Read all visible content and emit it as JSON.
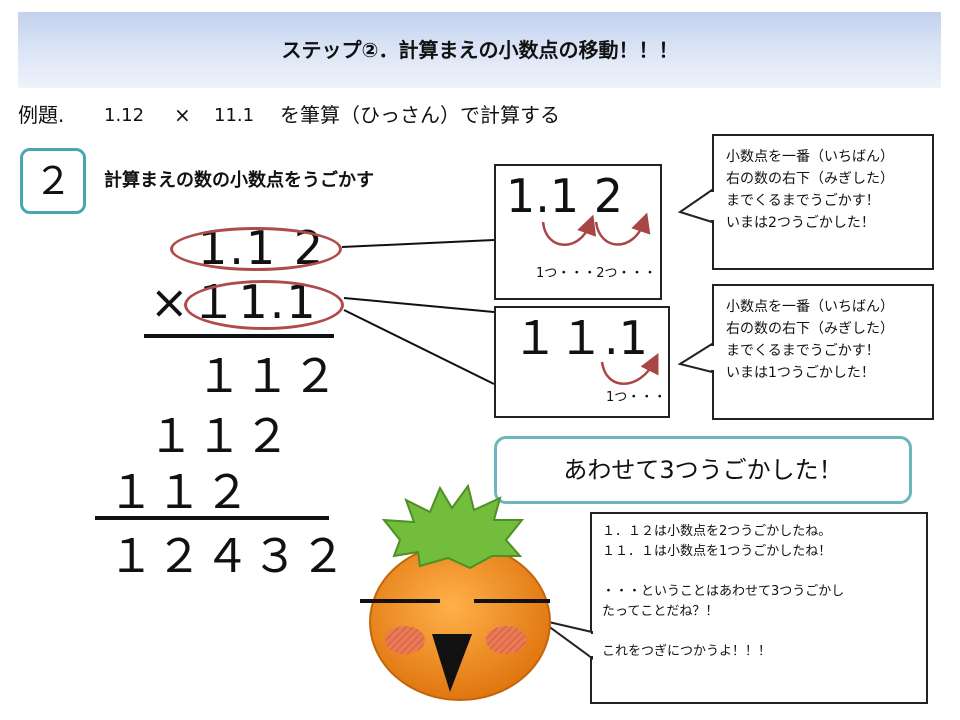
{
  "title": "ステップ②．計算まえの小数点の移動！！！",
  "example": {
    "label": "例題.",
    "num1": "1.12",
    "operator": "×",
    "num2": "11.1",
    "description": "を筆算（ひっさん）で計算する"
  },
  "step": {
    "number": "２",
    "caption": "計算まえの数の小数点をうごかす"
  },
  "calculation": {
    "multiplicand": "1.1 2",
    "multiplier": "×１1.1",
    "partial1": "１１２",
    "partial2": "１１２",
    "partial3": "１１２",
    "result": "１２４３２"
  },
  "zoom1": {
    "number": "1.1 2",
    "counts": "1つ・・・2つ・・・"
  },
  "zoom2": {
    "number": "１１.1",
    "counts": "1つ・・・"
  },
  "callout1": {
    "lines": [
      "小数点を一番（いちばん）",
      "右の数の右下（みぎした）",
      "までくるまでうごかす！",
      "いまは2つうごかした！"
    ]
  },
  "callout2": {
    "lines": [
      "小数点を一番（いちばん）",
      "右の数の右下（みぎした）",
      "までくるまでうごかす！",
      "いまは1つうごかした！"
    ]
  },
  "summary": "あわせて3つうごかした！",
  "speech": {
    "lines": [
      "１．１２は小数点を2つうごかしたね。",
      "１１．１は小数点を1つうごかしたね！",
      "",
      "・・・ということはあわせて3つうごかし",
      "たってことだね？！",
      "",
      "これをつぎにつかうよ！！！"
    ]
  },
  "colors": {
    "accent": "#4aa5b3",
    "ring": "#b04b4b",
    "banner": "#c2d1ee",
    "character_body": "#f08a1c",
    "character_leaves": "#6fb93a"
  }
}
